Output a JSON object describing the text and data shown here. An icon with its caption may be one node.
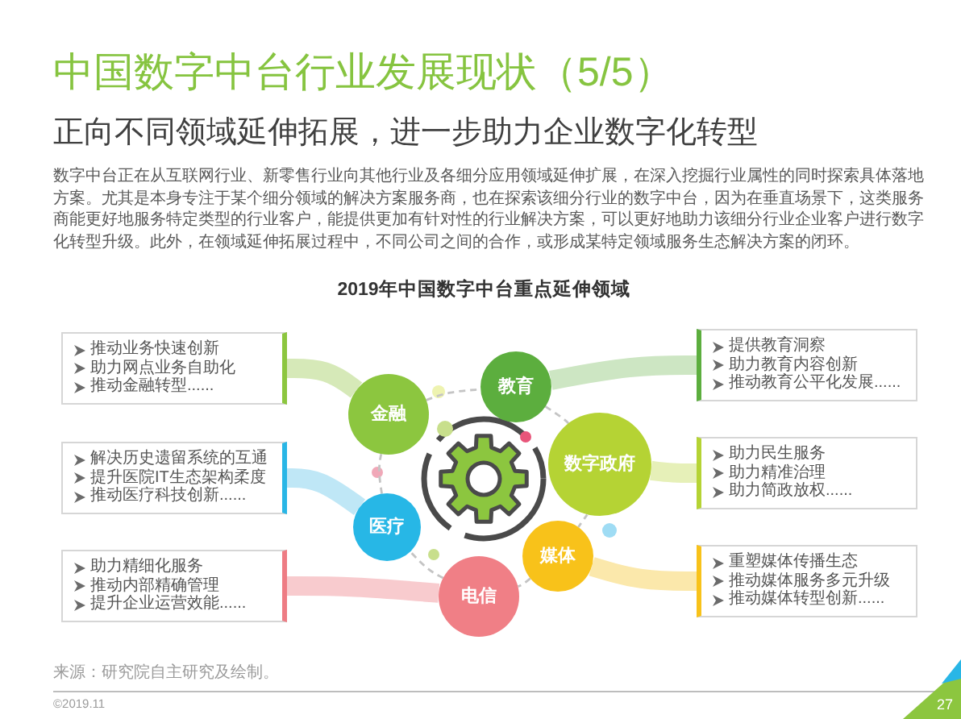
{
  "diagram": {
    "title": "中国数字中台行业发展现状（5/5）",
    "nodes": [
      {
        "text": [
          "推动业务快速创新",
          "助力网点业务自助化",
          "推动金融转型......"
        ]
      },
      {
        "text": [
          "提供教育洞察",
          "助力教育内容创新",
          "推动教育公平化发展......"
        ]
      },
      {
        "text": [
          "教育"
        ]
      },
      {
        "text": [
          "金融"
        ]
      },
      {
        "text": [
          "数字政府"
        ]
      },
      {
        "text": [
          "解决历史遗留系统的互通",
          "提升医院IT生态架构柔度",
          "推动医疗科技创新......"
        ]
      },
      {
        "text": [
          "助力民生服务",
          "助力精准治理",
          "助力简政放权......"
        ]
      },
      {
        "text": [
          "医疗"
        ]
      },
      {
        "text": [
          "媒体"
        ]
      },
      {
        "text": [
          "助力精细化服务",
          "推动内部精确管理",
          "提升企业运营效能......"
        ]
      },
      {
        "text": [
          "重塑媒体传播生态",
          "推动媒体服务多元升级",
          "推动媒体转型创新......"
        ]
      },
      {
        "text": [
          "电信"
        ]
      }
    ],
    "edges": [
      {
        "from": 3,
        "to": 0,
        "arrow": "none",
        "style": "thick",
        "color": "#d6e9b8"
      },
      {
        "from": 2,
        "to": 1,
        "arrow": "none",
        "style": "thick",
        "color": "#cde6c3"
      },
      {
        "from": 4,
        "to": 6,
        "arrow": "none",
        "style": "thick",
        "color": "#e6f0b8"
      },
      {
        "from": 7,
        "to": 5,
        "arrow": "none",
        "style": "thick",
        "color": "#bfe7f6"
      },
      {
        "from": 8,
        "to": 10,
        "arrow": "none",
        "style": "thick",
        "color": "#fbe8ab"
      },
      {
        "from": 11,
        "to": 9,
        "arrow": "none",
        "style": "thick",
        "color": "#f8cbce"
      },
      {
        "from": 3,
        "to": 2,
        "arrow": "none",
        "style": "dashed",
        "color": "#c4c4c4"
      },
      {
        "from": 2,
        "to": 4,
        "arrow": "none",
        "style": "dashed",
        "color": "#c4c4c4"
      },
      {
        "from": 4,
        "to": 8,
        "arrow": "none",
        "style": "dashed",
        "color": "#c4c4c4"
      },
      {
        "from": 8,
        "to": 11,
        "arrow": "none",
        "style": "dashed",
        "color": "#c4c4c4"
      },
      {
        "from": 11,
        "to": 7,
        "arrow": "none",
        "style": "dashed",
        "color": "#c4c4c4"
      },
      {
        "from": 7,
        "to": 3,
        "arrow": "none",
        "style": "dashed",
        "color": "#c4c4c4"
      }
    ],
    "labels": [
      "正向不同领域延伸拓展，进一步助力企业数字化转型",
      "数字中台正在从互联网行业、新零售行业向其他行业及各细分应用领域延伸扩展，在深入挖掘行业属性的同时探索具体落地方案。尤其是本身专注于某个细分领域的解决方案服务商，也在探索该细分行业的数字中台，因为在垂直场景下，这类服务商能更好地服务特定类型的行业客户，能提供更加有针对性的行业解决方案，可以更好地助力该细分行业企业客户进行数字化转型升级。此外，在领域延伸拓展过程中，不同公司之间的合作，或形成某特定领域服务生态解决方案的闭环。",
      "2019年中国数字中台重点延伸领域",
      "来源：研究院自主研究及绘制。",
      "©2019.11",
      "27"
    ]
  }
}
